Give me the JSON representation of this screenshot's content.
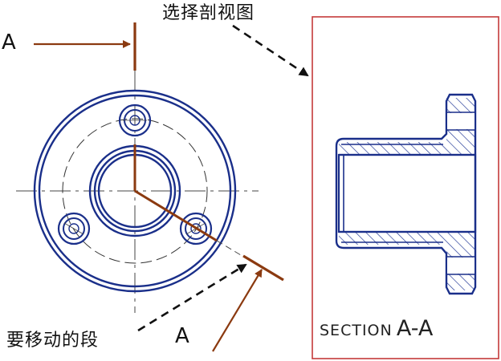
{
  "annotations": {
    "select_section_view": "选择剖视图",
    "segment_to_move": "要移动的段"
  },
  "labels": {
    "cut_marker_top": "A",
    "cut_marker_bottom": "A"
  },
  "section_view": {
    "caption_prefix": "SECTION",
    "caption_name": "A-A"
  },
  "colors": {
    "drawing_line": "#1a2f8a",
    "cut_line": "#8b3a10",
    "frame": "#c43a3a",
    "callout": "#111111"
  }
}
